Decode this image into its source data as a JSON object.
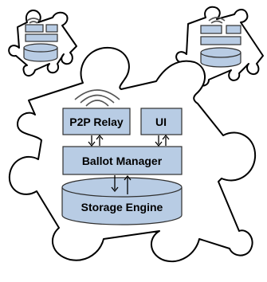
{
  "diagram": {
    "colors": {
      "box_fill": "#B8CCE4",
      "box_stroke": "#2F2F2F",
      "arrow": "#000000",
      "puzzle_stroke": "#000000",
      "puzzle_fill": "#FFFFFF",
      "wifi": "#555555"
    },
    "main_piece": {
      "p2p_relay_label": "P2P Relay",
      "ui_label": "UI",
      "ballot_manager_label": "Ballot Manager",
      "storage_engine_label": "Storage Engine"
    },
    "mini_pieces": [
      {
        "name": "top-left-node"
      },
      {
        "name": "top-right-node"
      }
    ],
    "icons": [
      "wifi-signal-icon"
    ]
  }
}
